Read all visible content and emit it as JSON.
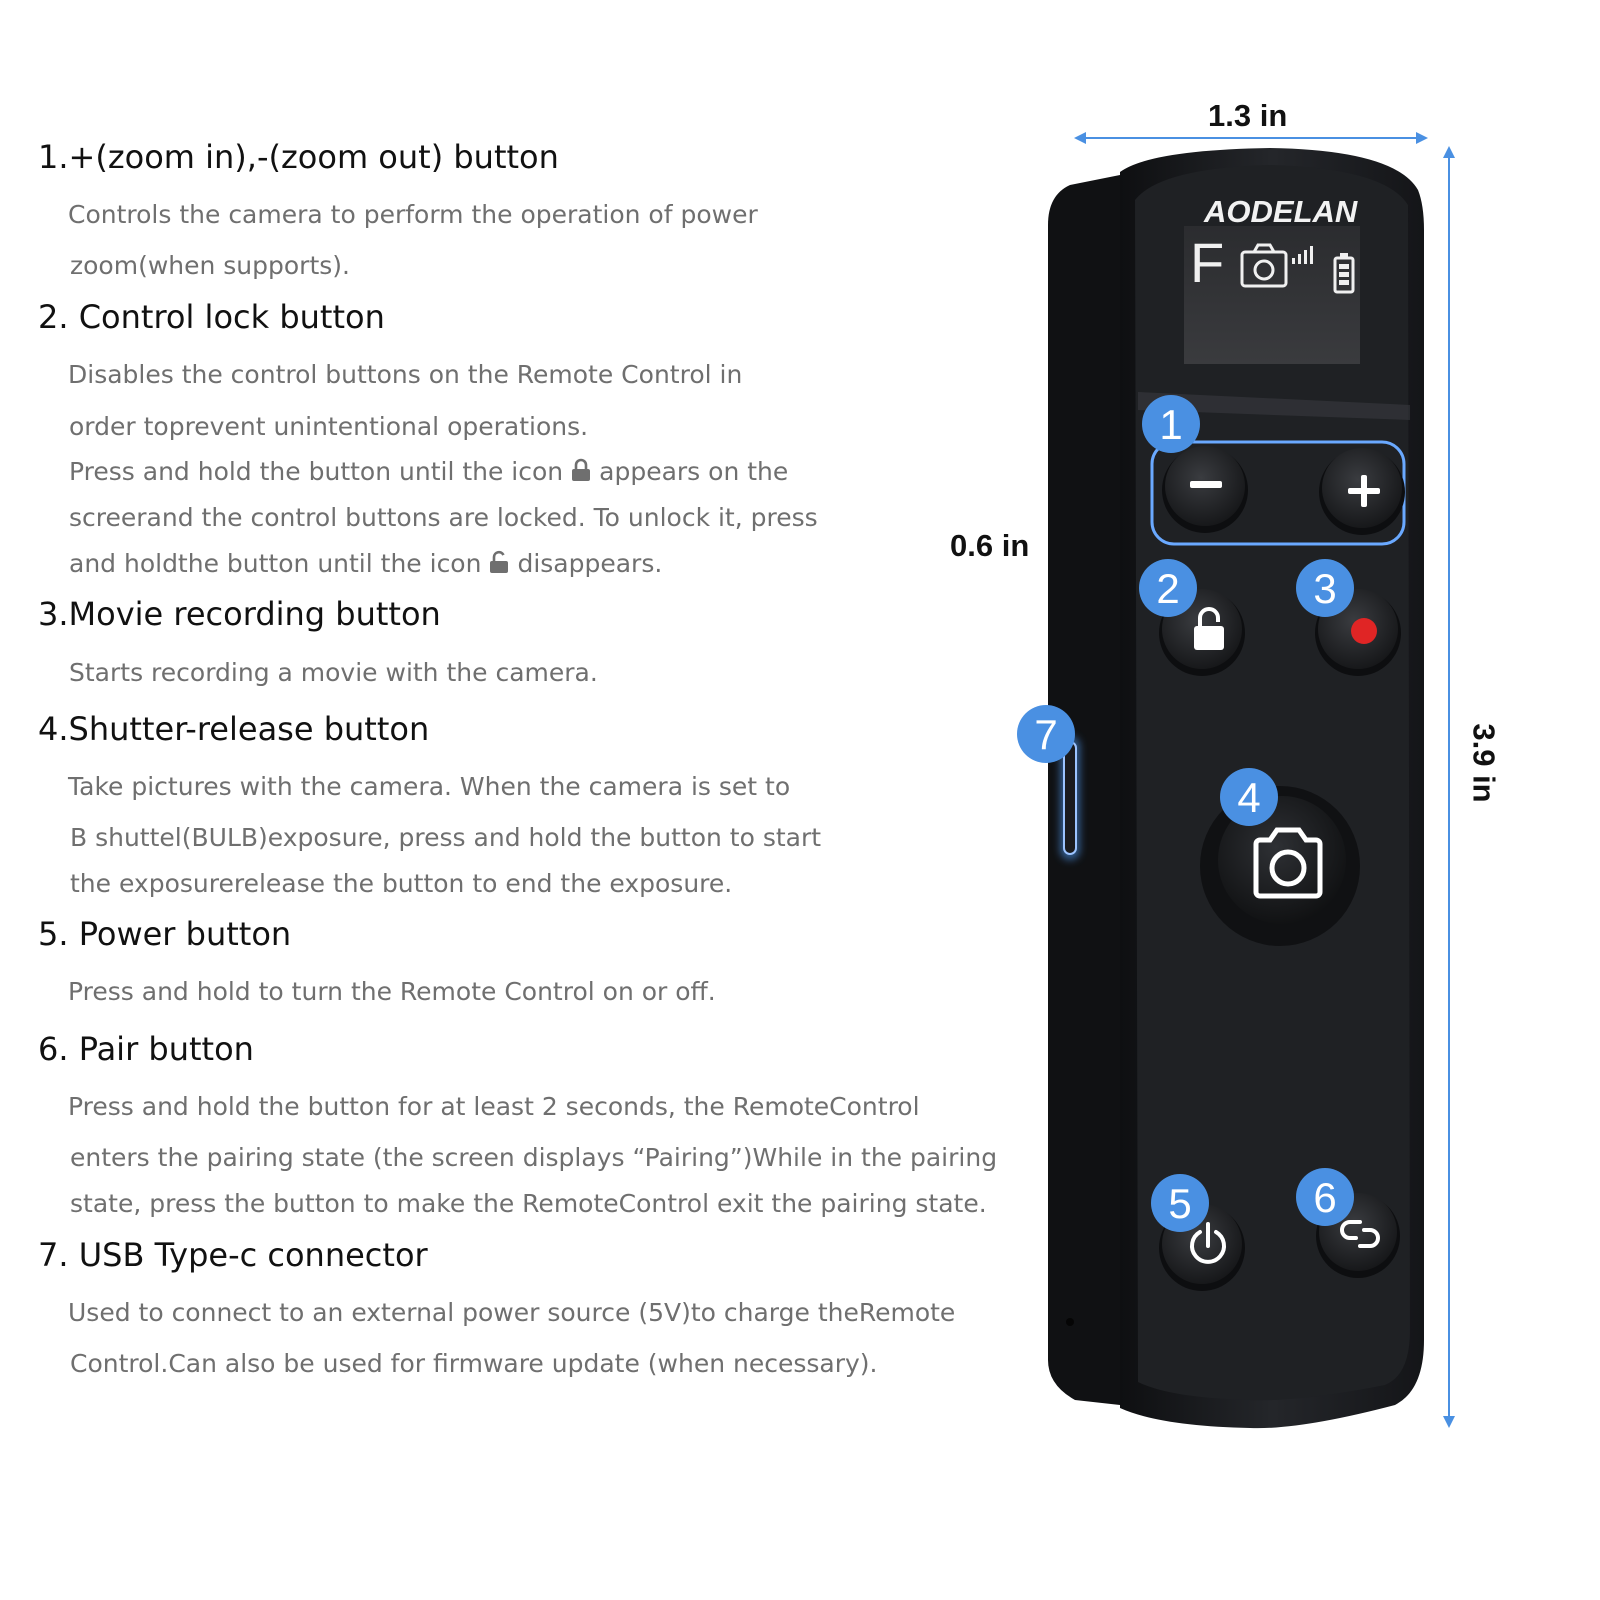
{
  "features": [
    {
      "title": "1.+(zoom in),-(zoom out) button",
      "lines": [
        "Controls the camera to perform the operation of power",
        "zoom(when supports)."
      ]
    },
    {
      "title": "2. Control lock button",
      "lines": [
        "Disables the control buttons on the Remote Control in",
        "order toprevent unintentional operations."
      ],
      "lock_lines": [
        {
          "before": "Press and hold the button until the icon",
          "after": "appears on the"
        },
        {
          "text": "screerand the control buttons are locked. To unlock it, press"
        },
        {
          "before": "and holdthe button until the icon",
          "after": "disappears."
        }
      ]
    },
    {
      "title": "3.Movie recording button",
      "lines": [
        "Starts recording a movie with the camera."
      ]
    },
    {
      "title": "4.Shutter-release button",
      "lines": [
        "Take pictures with the camera. When the camera is set to",
        "B shuttel(BULB)exposure, press and hold the button to start",
        "the exposurerelease the button to end the exposure."
      ]
    },
    {
      "title": "5. Power button",
      "lines": [
        "Press and hold to turn the Remote Control on or off."
      ]
    },
    {
      "title": "6. Pair button",
      "lines": [
        "Press and hold the button for at least 2 seconds, the RemoteControl",
        "enters the pairing state (the screen displays “Pairing”)While in the pairing",
        "state, press the button to make the RemoteControl exit the pairing state."
      ]
    },
    {
      "title": "7. USB Type-c connector",
      "lines": [
        "Used to connect to an external power source (5V)to charge theRemote",
        "Control.Can also be used for firmware update (when necessary)."
      ]
    }
  ],
  "device": {
    "brand": "AODELAN",
    "screen_mode": "F",
    "screen_icons": [
      "camera-icon",
      "signal-icon",
      "battery-icon"
    ],
    "button_icons": [
      "minus-icon",
      "plus-icon",
      "lock-icon",
      "record-icon",
      "camera-icon",
      "power-icon",
      "link-icon"
    ],
    "callouts": [
      "1",
      "2",
      "3",
      "4",
      "5",
      "6",
      "7"
    ],
    "colors": {
      "body": "#1c1d20",
      "badge": "#4a90e2",
      "highlight": "#6aa9ff",
      "record": "#e02525"
    }
  },
  "dimensions": {
    "width": "1.3 in",
    "height": "3.9 in",
    "depth": "0.6 in"
  }
}
